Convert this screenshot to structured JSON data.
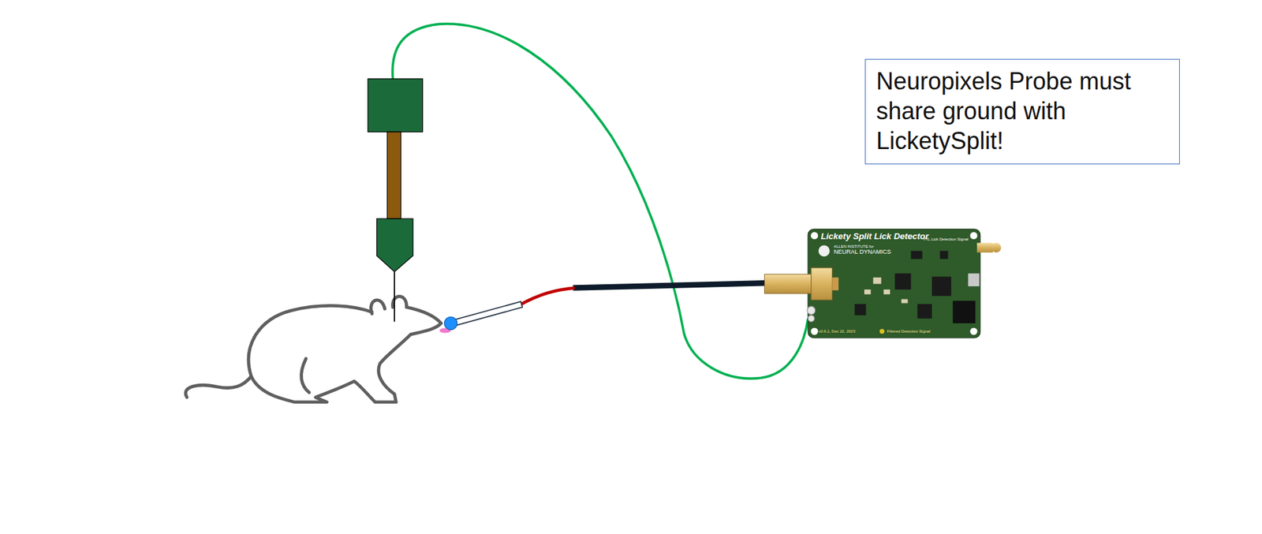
{
  "diagram": {
    "nodes": [
      {
        "text": [
          "Neuropixels Probe must share ground with LicketySplit!"
        ]
      }
    ],
    "labels": [
      "Lickety Split Lick Detector",
      "ALLEN INSTITUTE for",
      "NEURAL DYNAMICS",
      "TTL Lick Detection Signal",
      "v0.6.1, Dec 22, 2023",
      "Filtered Detection Signal"
    ]
  }
}
